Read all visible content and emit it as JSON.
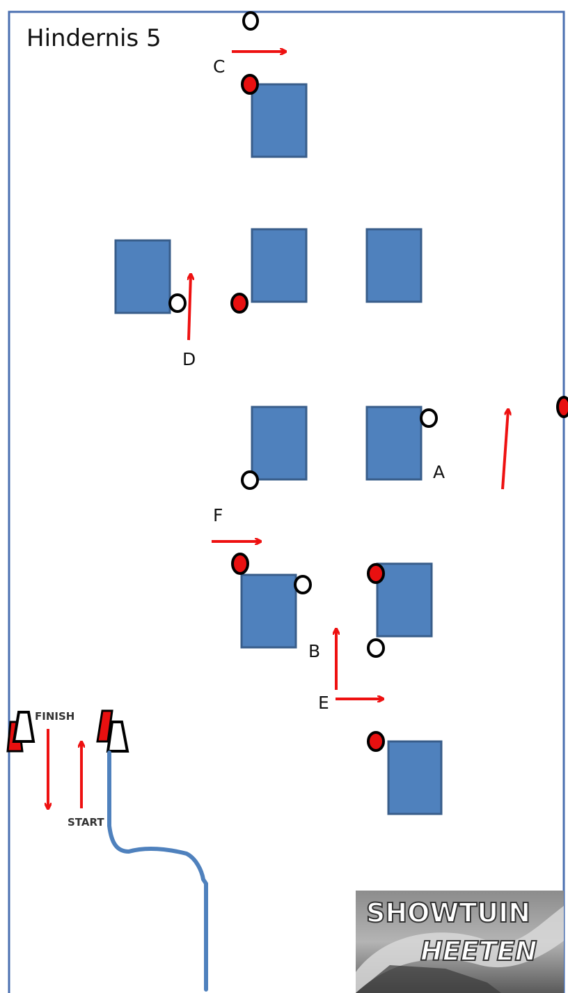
{
  "title": "Hindernis 5",
  "labels": {
    "a": "A",
    "b": "B",
    "c": "C",
    "d": "D",
    "e": "E",
    "f": "F",
    "finish": "FINISH",
    "start": "START"
  },
  "logo": {
    "line1": "SHOWTUIN",
    "line2": "HEETEN"
  },
  "colors": {
    "border": "#4a6fb0",
    "block_fill": "#4f81bd",
    "block_stroke": "#385d8a",
    "arrow": "#ee1111",
    "marker_red": "#e81010",
    "path_blue": "#4f81bd"
  }
}
